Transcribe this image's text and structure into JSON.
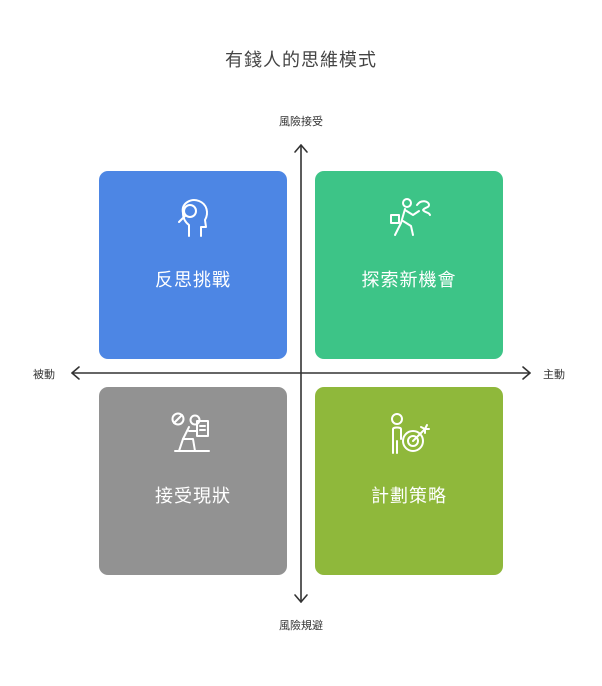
{
  "title": "有錢人的思維模式",
  "axes": {
    "top": "風險接受",
    "bottom": "風險規避",
    "left": "被動",
    "right": "主動"
  },
  "quadrants": [
    {
      "label": "反思挑戰",
      "color": "#4d86e4",
      "icon": "person-thinking-icon"
    },
    {
      "label": "探索新機會",
      "color": "#3dc487",
      "icon": "person-running-icon"
    },
    {
      "label": "接受現狀",
      "color": "#929292",
      "icon": "person-sitting-reading-icon"
    },
    {
      "label": "計劃策略",
      "color": "#8fb83b",
      "icon": "person-target-icon"
    }
  ]
}
